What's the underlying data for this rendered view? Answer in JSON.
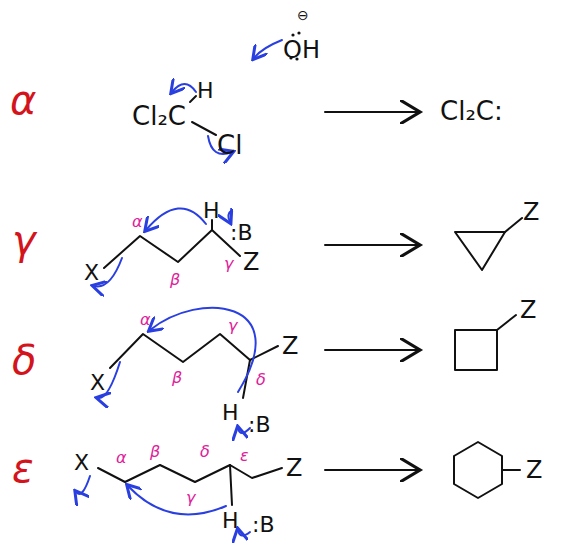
{
  "diagram": {
    "labels": [
      "α",
      "⊖",
      "H",
      "OH",
      "Cl₂C",
      "Cl",
      "Cl₂C:",
      "γ",
      "H",
      ":B",
      "α",
      "X",
      "β",
      "γ",
      "Z",
      "Z",
      "Z",
      "γ",
      "δ",
      "α",
      "X",
      "β",
      "δ",
      "H",
      ":B",
      "Z",
      "ε",
      "X",
      "α",
      "β",
      "δ",
      "γ",
      "ε",
      "Z",
      "H",
      ":B",
      "Z"
    ]
  }
}
